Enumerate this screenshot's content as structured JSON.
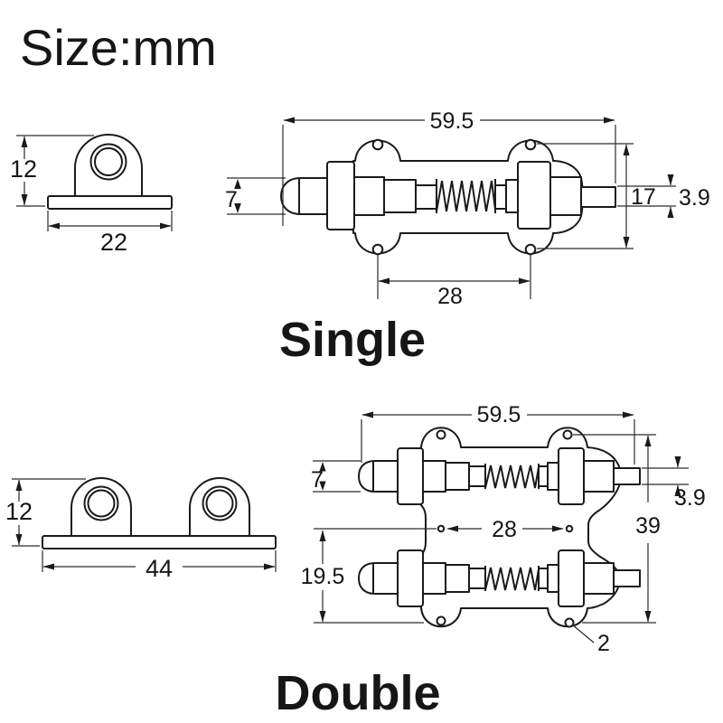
{
  "title": "Size:mm",
  "single": {
    "label": "Single",
    "keeper": {
      "height_mm": "12",
      "width_mm": "22"
    },
    "latch": {
      "overall_length_mm": "59.5",
      "bolt_diameter_mm": "7",
      "mount_hole_span_mm": "17",
      "rod_diameter_mm": "3.9",
      "hole_spacing_mm": "28"
    }
  },
  "double": {
    "label": "Double",
    "keeper": {
      "height_mm": "12",
      "width_mm": "44"
    },
    "latch": {
      "overall_length_mm": "59.5",
      "bolt_diameter_mm": "7",
      "rod_diameter_mm": "3.9",
      "hole_row_span_mm": "39",
      "hole_spacing_mm": "28",
      "row_spacing_mm": "19.5",
      "hole_diameter_mm": "2"
    }
  },
  "colors": {
    "ink": "#1a1a1a",
    "background": "#ffffff"
  }
}
